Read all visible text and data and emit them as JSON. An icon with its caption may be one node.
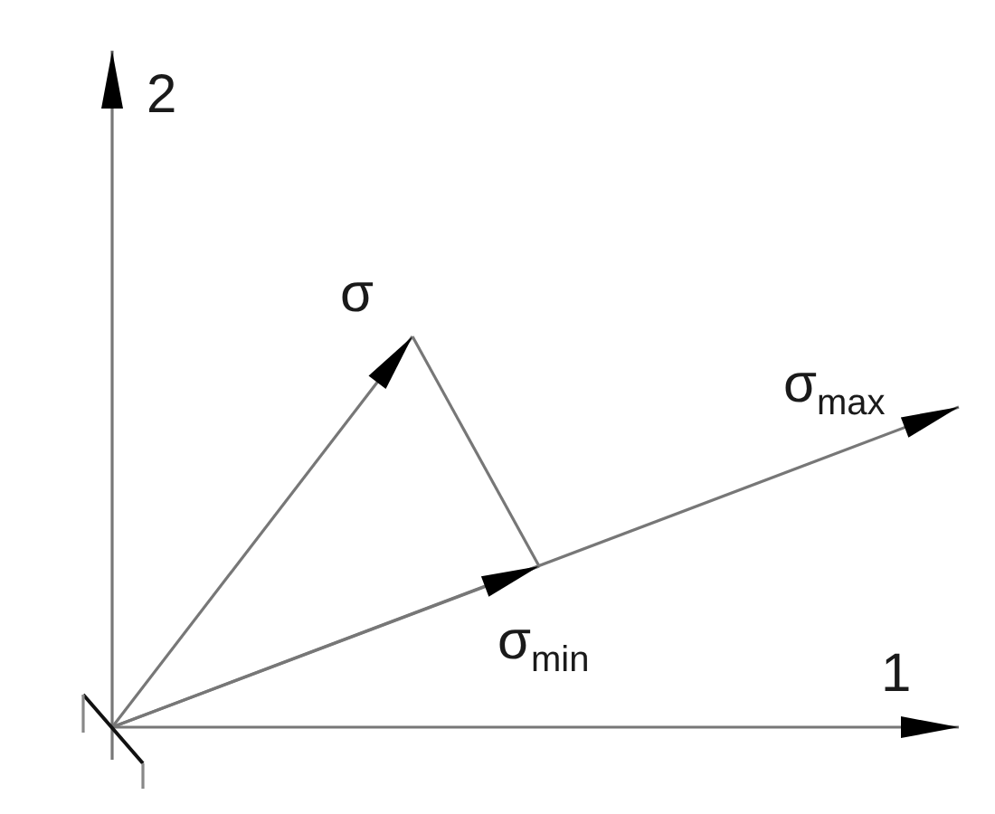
{
  "diagram": {
    "labels": [
      "2",
      "σ",
      "σ$_{max}$",
      "σ$_{min}$",
      "1"
    ]
  }
}
